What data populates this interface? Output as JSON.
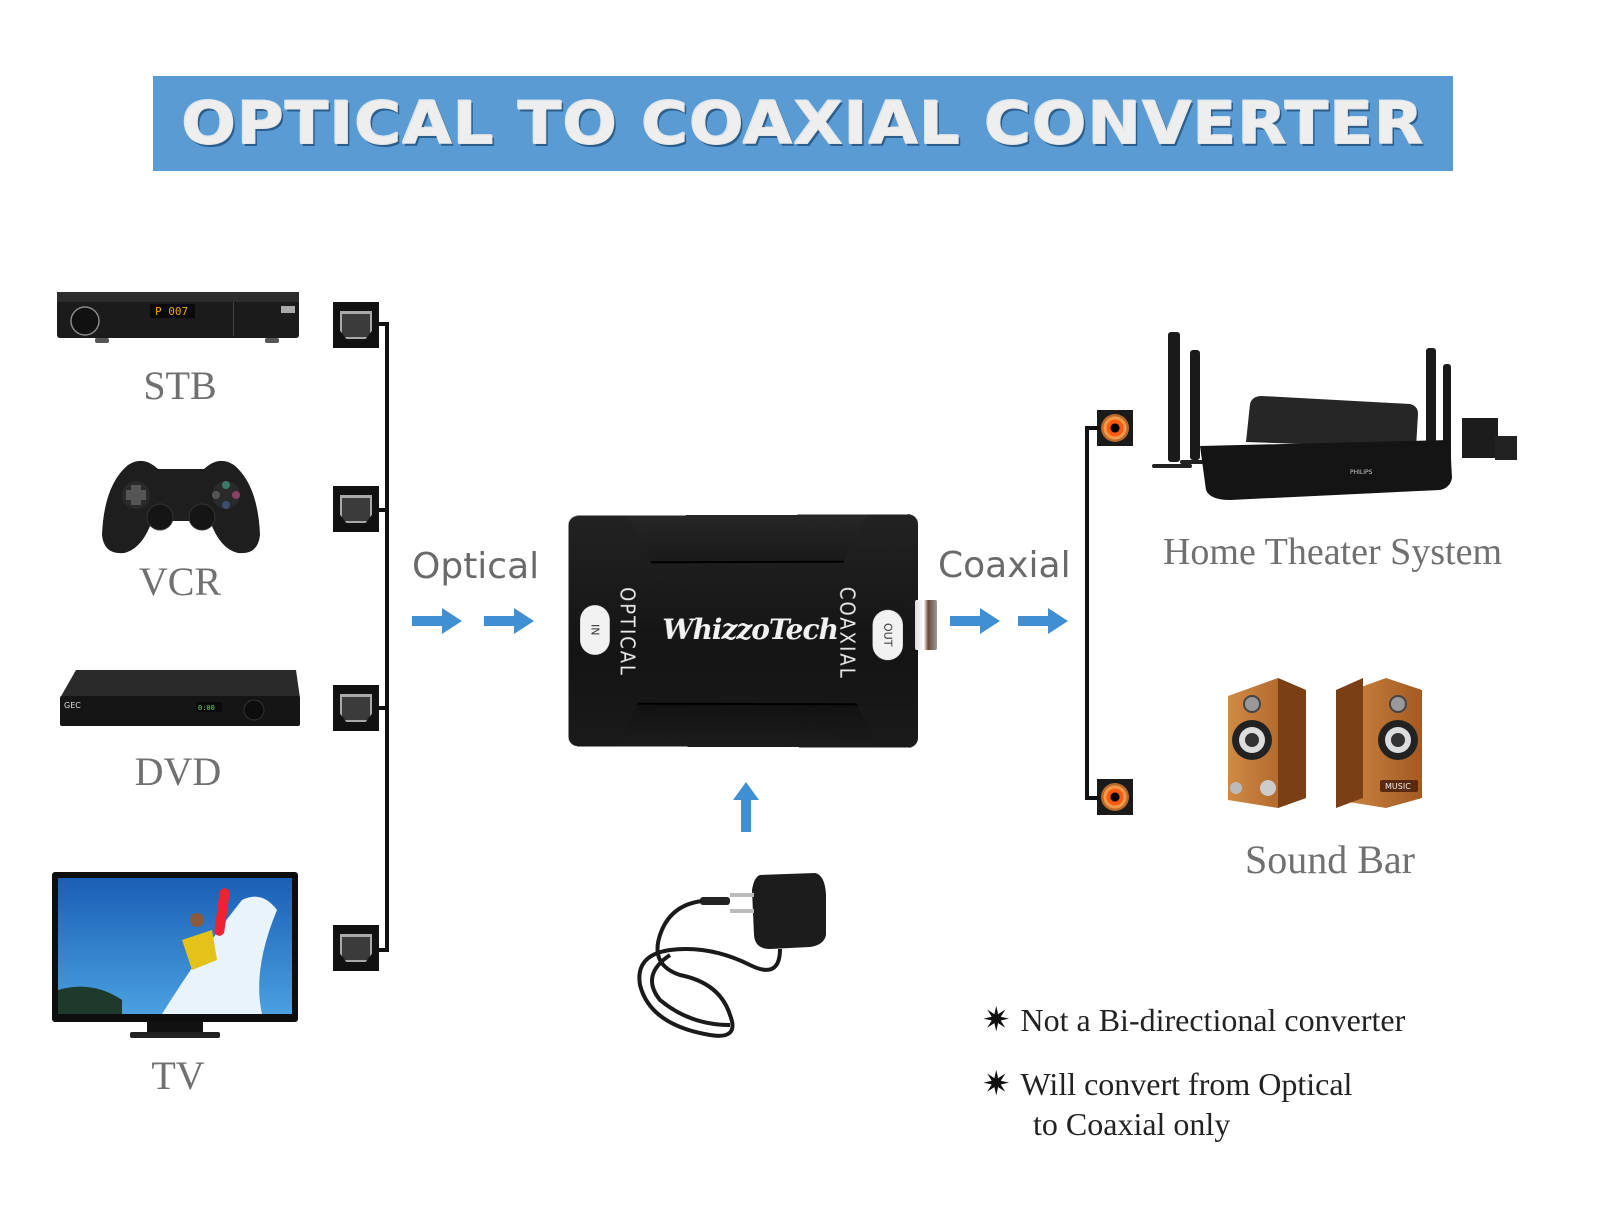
{
  "title": "OPTICAL TO COAXIAL CONVERTER",
  "colors": {
    "banner": "#5b9bd3",
    "arrow": "#3f8fd2",
    "label_grey": "#707070",
    "device_black": "#141414",
    "coax_orange": "#ff5a10"
  },
  "sources": [
    {
      "label": "STB",
      "icon": "set-top-box-icon",
      "port": "optical-port-icon"
    },
    {
      "label": "VCR",
      "icon": "gamepad-icon",
      "port": "optical-port-icon"
    },
    {
      "label": "DVD",
      "icon": "dvd-player-icon",
      "port": "optical-port-icon"
    },
    {
      "label": "TV",
      "icon": "television-icon",
      "port": "optical-port-icon"
    }
  ],
  "flow": {
    "input_label": "Optical",
    "output_label": "Coaxial"
  },
  "converter": {
    "brand": "WhizzoTech",
    "input_side": "OPTICAL",
    "input_pill": "IN",
    "output_side": "COAXIAL",
    "output_pill": "OUT"
  },
  "power": {
    "icon": "power-adapter-icon"
  },
  "outputs": [
    {
      "label": "Home Theater System",
      "icon": "home-theater-icon",
      "port": "coaxial-port-icon"
    },
    {
      "label": "Sound Bar",
      "icon": "speakers-icon",
      "port": "coaxial-port-icon",
      "badge": "MUSIC"
    }
  ],
  "stb_display": "P 007",
  "notes": [
    {
      "bullet": "✷",
      "text": "Not a Bi-directional converter"
    },
    {
      "bullet": "✷",
      "text": "Will convert from Optical",
      "text2": "to Coaxial only"
    }
  ]
}
